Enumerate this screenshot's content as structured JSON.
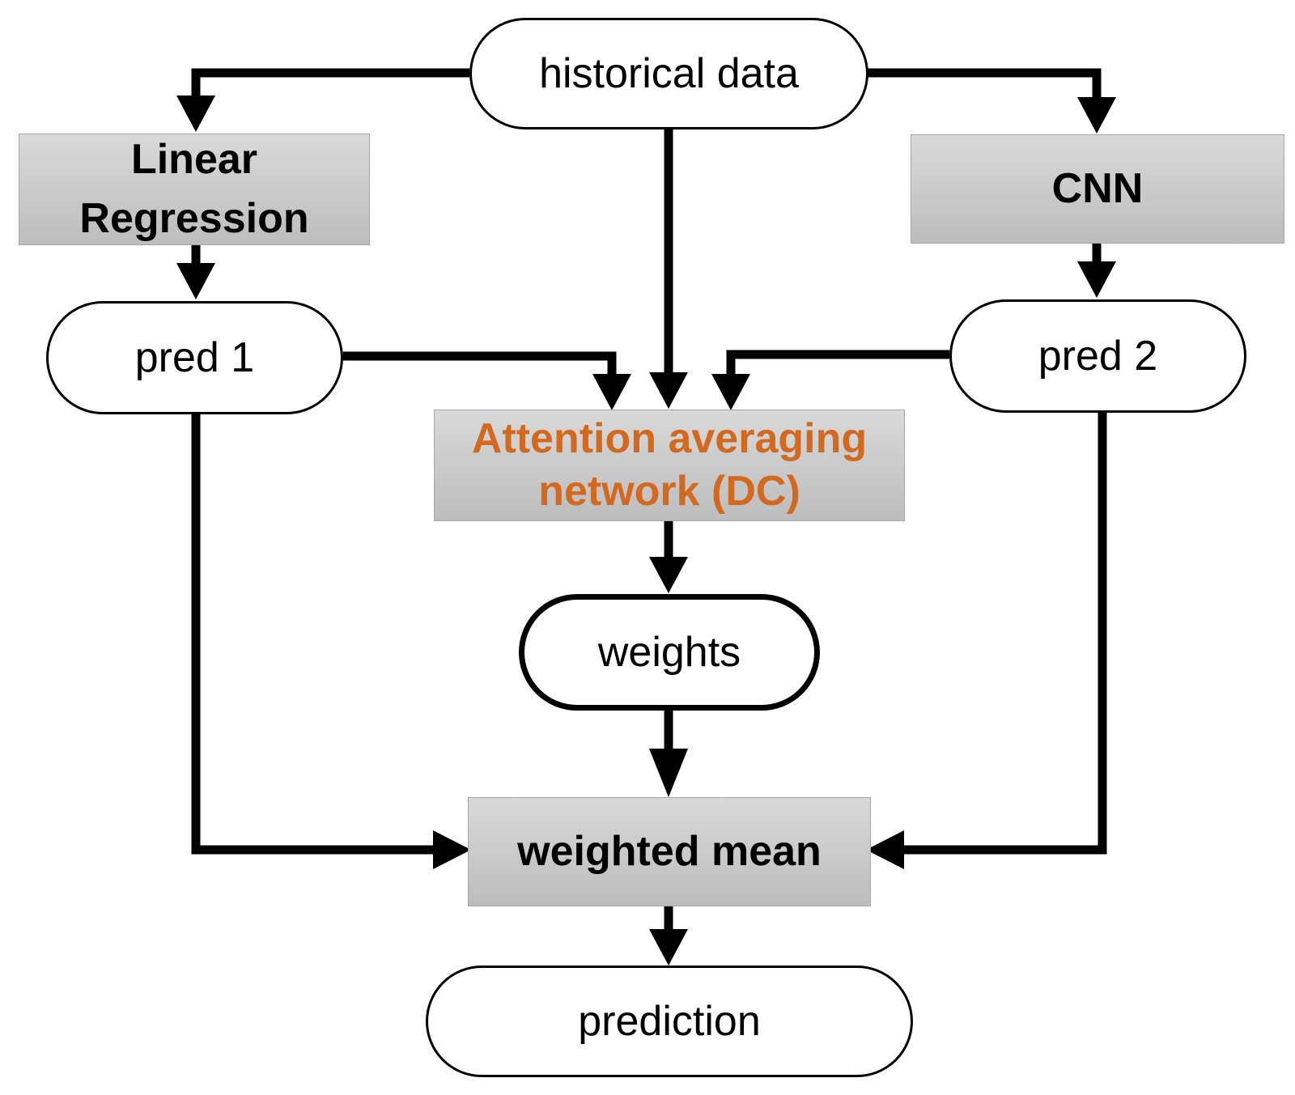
{
  "diagram": {
    "nodes": {
      "historical_data": {
        "label": "historical data",
        "shape": "terminal"
      },
      "linear_regression": {
        "label": "Linear\nRegression",
        "shape": "process"
      },
      "cnn": {
        "label": "CNN",
        "shape": "process"
      },
      "pred_1": {
        "label": "pred 1",
        "shape": "terminal"
      },
      "pred_2": {
        "label": "pred 2",
        "shape": "terminal"
      },
      "attention": {
        "label": "Attention averaging\nnetwork (DC)",
        "shape": "process"
      },
      "weights": {
        "label": "weights",
        "shape": "terminal"
      },
      "weighted_mean": {
        "label": "weighted mean",
        "shape": "process"
      },
      "prediction": {
        "label": "prediction",
        "shape": "terminal"
      }
    },
    "edges": [
      {
        "from": "historical_data",
        "to": "linear_regression"
      },
      {
        "from": "historical_data",
        "to": "cnn"
      },
      {
        "from": "historical_data",
        "to": "attention"
      },
      {
        "from": "linear_regression",
        "to": "pred_1"
      },
      {
        "from": "cnn",
        "to": "pred_2"
      },
      {
        "from": "pred_1",
        "to": "attention"
      },
      {
        "from": "pred_2",
        "to": "attention"
      },
      {
        "from": "attention",
        "to": "weights"
      },
      {
        "from": "weights",
        "to": "weighted_mean"
      },
      {
        "from": "pred_1",
        "to": "weighted_mean"
      },
      {
        "from": "pred_2",
        "to": "weighted_mean"
      },
      {
        "from": "weighted_mean",
        "to": "prediction"
      }
    ],
    "colors": {
      "process_fill_top": "#d9d9d9",
      "process_fill_bottom": "#bdbdbd",
      "process_border": "#a6a6a6",
      "attention_text": "#d2691e",
      "arrow": "#000000"
    }
  }
}
